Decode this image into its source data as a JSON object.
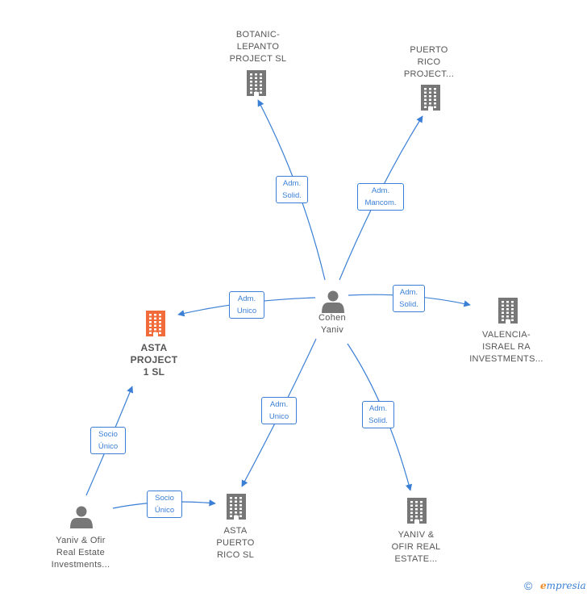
{
  "colors": {
    "edge": "#3a7fd5",
    "company": "#777777",
    "company_highlight": "#f26b3a",
    "person": "#777777"
  },
  "nodes": [
    {
      "id": "botanic",
      "type": "company",
      "icon": "building-icon",
      "label": "BOTANIC-\nLEPANTO\nPROJECT  SL"
    },
    {
      "id": "puerto_rico_project",
      "type": "company",
      "icon": "building-icon",
      "label": "PUERTO\nRICO\nPROJECT..."
    },
    {
      "id": "cohen",
      "type": "person",
      "icon": "person-icon",
      "label": "Cohen\nYaniv"
    },
    {
      "id": "asta_project",
      "type": "company",
      "icon": "building-icon",
      "label": "ASTA\nPROJECT\n1  SL",
      "highlight": true
    },
    {
      "id": "valencia",
      "type": "company",
      "icon": "building-icon",
      "label": "VALENCIA-\nISRAEL RA\nINVESTMENTS..."
    },
    {
      "id": "yaniv_ofir_person",
      "type": "person",
      "icon": "person-icon",
      "label": "Yaniv & Ofir\nReal Estate\nInvestments..."
    },
    {
      "id": "asta_puerto",
      "type": "company",
      "icon": "building-icon",
      "label": "ASTA\nPUERTO\nRICO  SL"
    },
    {
      "id": "yaniv_ofir_company",
      "type": "company",
      "icon": "building-icon",
      "label": "YANIV &\nOFIR REAL\nESTATE..."
    }
  ],
  "edges": [
    {
      "from": "cohen",
      "to": "botanic",
      "label": "Adm.\nSolid."
    },
    {
      "from": "cohen",
      "to": "puerto_rico_project",
      "label": "Adm.\nMancom."
    },
    {
      "from": "cohen",
      "to": "asta_project",
      "label": "Adm.\nUnico"
    },
    {
      "from": "cohen",
      "to": "valencia",
      "label": "Adm.\nSolid."
    },
    {
      "from": "cohen",
      "to": "asta_puerto",
      "label": "Adm.\nUnico"
    },
    {
      "from": "cohen",
      "to": "yaniv_ofir_company",
      "label": "Adm.\nSolid."
    },
    {
      "from": "yaniv_ofir_person",
      "to": "asta_project",
      "label": "Socio\nÚnico"
    },
    {
      "from": "yaniv_ofir_person",
      "to": "asta_puerto",
      "label": "Socio\nÚnico"
    }
  ],
  "footer": {
    "copyright_symbol": "©",
    "brand_initial": "e",
    "brand_rest": "mpresia"
  }
}
